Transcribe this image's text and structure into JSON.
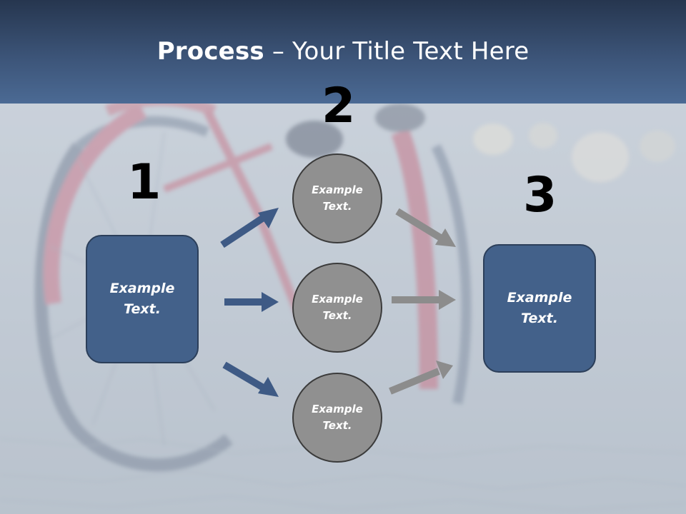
{
  "slide": {
    "title_bold": "Process",
    "title_rest": " – Your Title Text Here"
  },
  "steps": {
    "num1": "1",
    "num2": "2",
    "num3": "3"
  },
  "nodes": {
    "left_box": "Example\nText.",
    "circle_top": "Example\nText.",
    "circle_middle": "Example\nText.",
    "circle_bottom": "Example\nText.",
    "right_box": "Example\nText."
  },
  "colors": {
    "header": "#3c5478",
    "box_fill": "#43618a",
    "circle_fill": "#909090",
    "arrow_blue": "#3e5a85",
    "arrow_gray": "#8c8c8c"
  }
}
